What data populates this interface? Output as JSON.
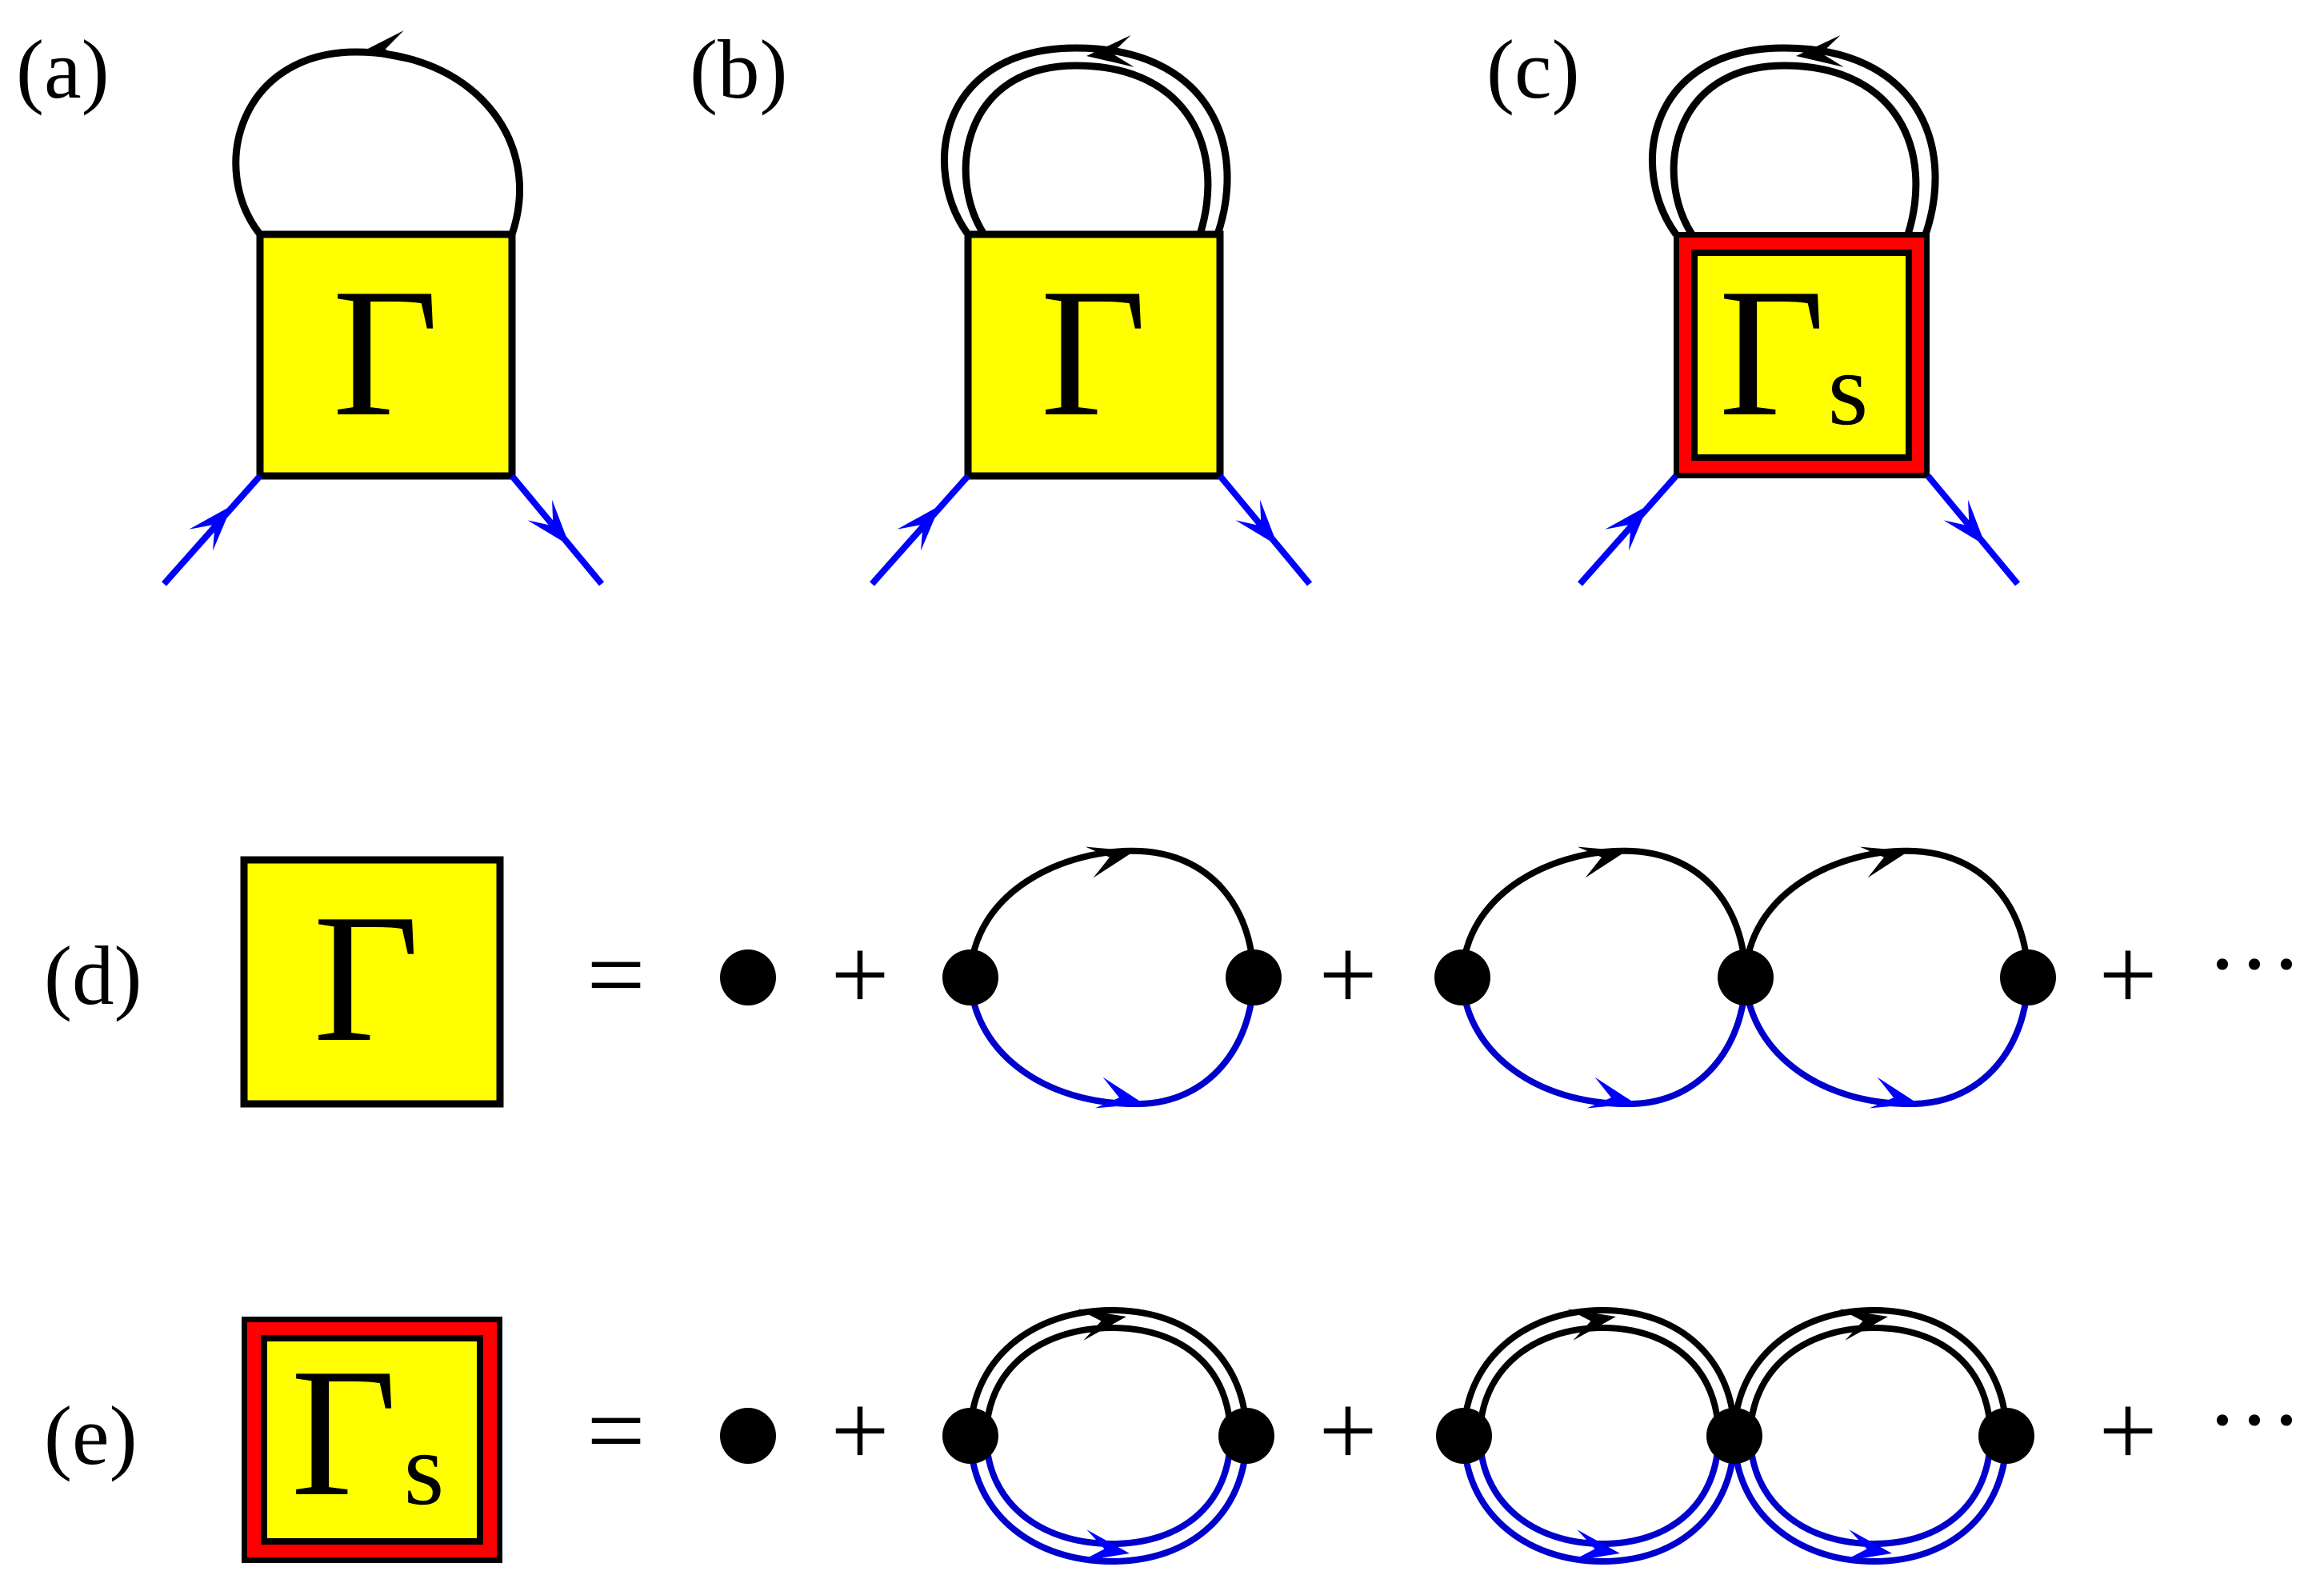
{
  "panels": {
    "a": {
      "label": "(a)",
      "vertex": "Γ",
      "subscript": ""
    },
    "b": {
      "label": "(b)",
      "vertex": "Γ",
      "subscript": ""
    },
    "c": {
      "label": "(c)",
      "vertex": "Γ",
      "subscript": "s"
    },
    "d": {
      "label": "(d)",
      "vertex": "Γ",
      "subscript": "",
      "equals": "=",
      "plus": "+",
      "ellipsis": "···"
    },
    "e": {
      "label": "(e)",
      "vertex": "Γ",
      "subscript": "s",
      "equals": "=",
      "plus": "+",
      "ellipsis": "···"
    }
  },
  "colors": {
    "vertex_fill": "#ffff00",
    "screened_border": "#ff0000",
    "external_line": "#0000ff",
    "internal_line": "#000000"
  }
}
